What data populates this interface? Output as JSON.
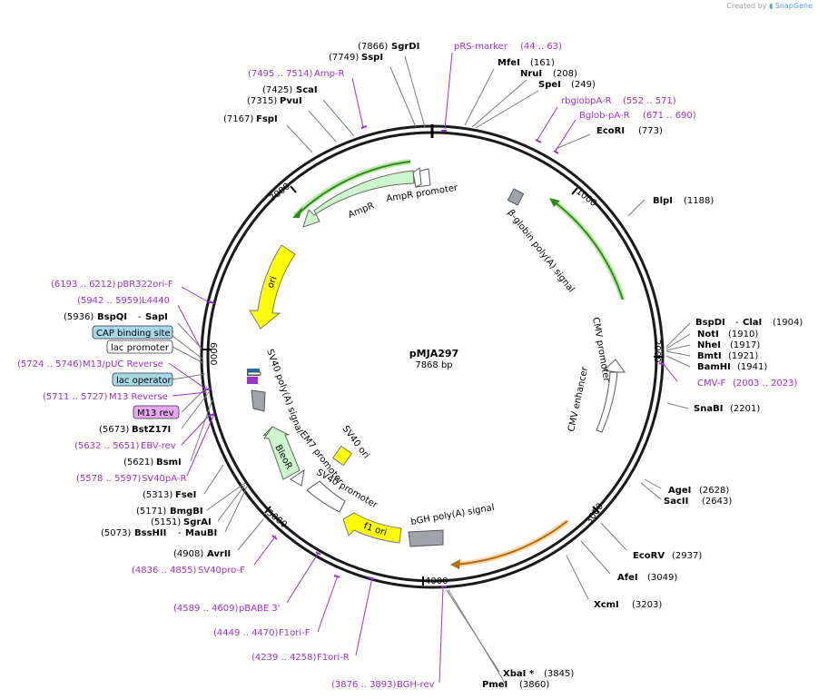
{
  "credit": {
    "prefix": "Created by",
    "brand": "SnapGene"
  },
  "plasmid": {
    "name": "pMJA297",
    "size": "7868 bp"
  },
  "ticks": [
    "1000",
    "2000",
    "3000",
    "4000",
    "5000",
    "6000",
    "7000"
  ],
  "features": {
    "ampr_promoter": "AmpR promoter",
    "ampr": "AmpR",
    "ori": "ori",
    "sv40_polya": "SV40 poly(A) signal",
    "em7": "EM7 promoter",
    "bleor": "BleoR",
    "sv40_promoter": "SV40 promoter",
    "sv40_ori": "SV40 ori",
    "f1_ori": "f1 ori",
    "bgh": "bGH poly(A) signal",
    "cmv_promoter": "CMV promoter",
    "cmv_enhancer": "CMV enhancer",
    "bglobin": "β-globin poly(A) signal"
  },
  "boxed": {
    "cap": "CAP binding site",
    "lac_promoter": "lac promoter",
    "lac_operator": "lac operator",
    "m13rev": "M13 rev"
  },
  "sites": {
    "sgrdi": {
      "pos": "(7866)",
      "name": "SgrDI"
    },
    "sspi": {
      "pos": "(7749)",
      "name": "SspI"
    },
    "scai": {
      "pos": "(7425)",
      "name": "ScaI"
    },
    "pvui": {
      "pos": "(7315)",
      "name": "PvuI"
    },
    "fspi": {
      "pos": "(7167)",
      "name": "FspI"
    },
    "mfei": {
      "name": "MfeI",
      "pos": "(161)"
    },
    "nrui": {
      "name": "NruI",
      "pos": "(208)"
    },
    "spei": {
      "name": "SpeI",
      "pos": "(249)"
    },
    "ecori": {
      "name": "EcoRI",
      "pos": "(773)"
    },
    "blpi": {
      "name": "BlpI",
      "pos": "(1188)"
    },
    "bspdi": {
      "name": "BspDI",
      "sep": "-",
      "name2": "ClaI",
      "pos": "(1904)"
    },
    "noti": {
      "name": "NotI",
      "pos": "(1910)"
    },
    "nhei": {
      "name": "NheI",
      "pos": "(1917)"
    },
    "bmti": {
      "name": "BmtI",
      "pos": "(1921)"
    },
    "bamhi": {
      "name": "BamHI",
      "pos": "(1941)"
    },
    "snabi": {
      "name": "SnaBI",
      "pos": "(2201)"
    },
    "agei": {
      "name": "AgeI",
      "pos": "(2628)"
    },
    "sacii": {
      "name": "SacII",
      "pos": "(2643)"
    },
    "ecorv": {
      "name": "EcoRV",
      "pos": "(2937)"
    },
    "afei": {
      "name": "AfeI",
      "pos": "(3049)"
    },
    "xcmi": {
      "name": "XcmI",
      "pos": "(3203)"
    },
    "xbai": {
      "name": "XbaI *",
      "pos": "(3845)"
    },
    "pmei": {
      "name": "PmeI",
      "pos": "(3860)"
    },
    "bspqi": {
      "pos": "(5936)",
      "name": "BspQI",
      "sep": "-",
      "name2": "SapI"
    },
    "bstz17i": {
      "pos": "(5673)",
      "name": "BstZ17I"
    },
    "bsmi": {
      "pos": "(5621)",
      "name": "BsmI"
    },
    "fsei": {
      "pos": "(5313)",
      "name": "FseI"
    },
    "bmgbi": {
      "pos": "(5171)",
      "name": "BmgBI"
    },
    "sgrai": {
      "pos": "(5151)",
      "name": "SgrAI"
    },
    "bsshii": {
      "pos": "(5073)",
      "name": "BssHII",
      "sep": "-",
      "name2": "MauBI"
    },
    "avrii": {
      "pos": "(4908)",
      "name": "AvrII"
    }
  },
  "primers": {
    "prs": {
      "name": "pRS-marker",
      "pos": "(44 .. 63)"
    },
    "ampr": {
      "pos": "(7495 .. 7514)",
      "name": "Amp-R"
    },
    "rbglob": {
      "name": "rbglobpA-R",
      "pos": "(552 .. 571)"
    },
    "bglob": {
      "name": "Bglob-pA-R",
      "pos": "(671 .. 690)"
    },
    "pbr322": {
      "pos": "(6193 .. 6212)",
      "name": "pBR322ori-F"
    },
    "l4440": {
      "pos": "(5942 .. 5959)",
      "name": "L4440"
    },
    "m13puc": {
      "pos": "(5724 .. 5746)",
      "name": "M13/pUC Reverse"
    },
    "m13r": {
      "pos": "(5711 .. 5727)",
      "name": "M13 Reverse"
    },
    "ebv": {
      "pos": "(5632 .. 5651)",
      "name": "EBV-rev"
    },
    "sv40pa": {
      "pos": "(5578 .. 5597)",
      "name": "SV40pA-R"
    },
    "cmvf": {
      "name": "CMV-F",
      "pos": "(2003 .. 2023)"
    },
    "sv40pro": {
      "pos": "(4836 .. 4855)",
      "name": "SV40pro-F"
    },
    "pbabe": {
      "pos": "(4589 .. 4609)",
      "name": "pBABE 3'"
    },
    "f1orif": {
      "pos": "(4449 .. 4470)",
      "name": "F1ori-F"
    },
    "f1orir": {
      "pos": "(4239 .. 4258)",
      "name": "F1ori-R"
    },
    "bghrev": {
      "pos": "(3876 .. 3893)",
      "name": "BGH-rev"
    }
  },
  "colors": {
    "primer": "#9933cc",
    "ampr_fill": "#ccf5cc",
    "ori_fill": "#ffff00",
    "polya_fill": "#a0a4a8",
    "boxed_fill": "#a8d8e8",
    "m13rev_fill": "#e6a6f0",
    "orf_green": "#2e8b1e",
    "orf_orange": "#e59420"
  }
}
